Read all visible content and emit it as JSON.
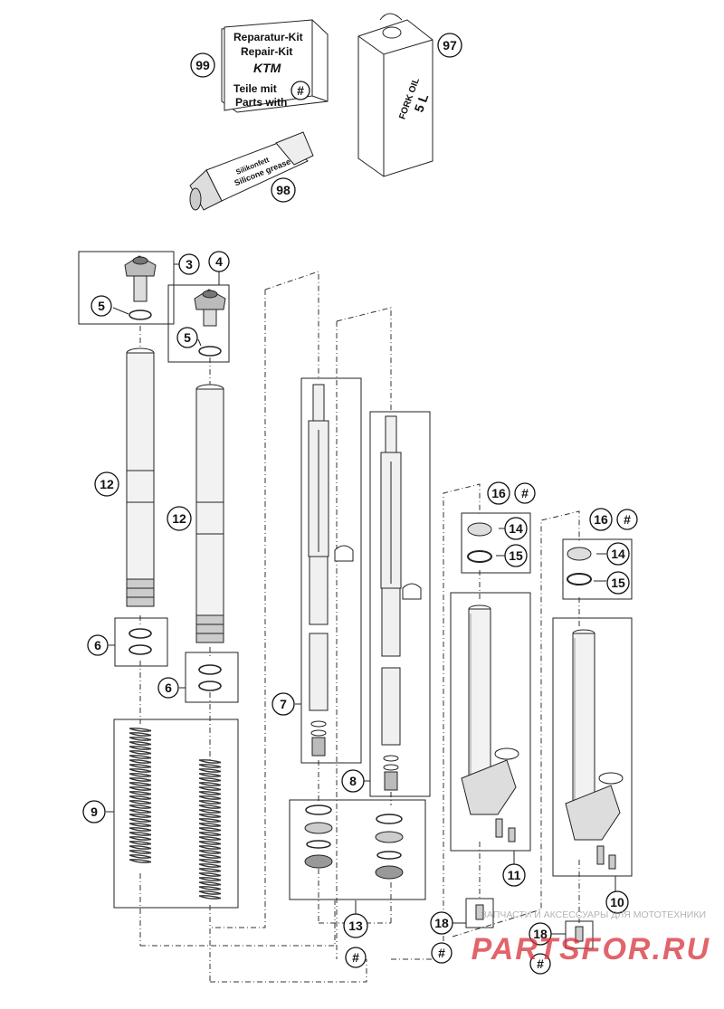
{
  "callouts": {
    "c3": "3",
    "c4": "4",
    "c5a": "5",
    "c5b": "5",
    "c6a": "6",
    "c6b": "6",
    "c7": "7",
    "c8": "8",
    "c9": "9",
    "c10": "10",
    "c11": "11",
    "c12a": "12",
    "c12b": "12",
    "c13": "13",
    "c14a": "14",
    "c14b": "14",
    "c15a": "15",
    "c15b": "15",
    "c16a": "16",
    "c16b": "16",
    "c18a": "18",
    "c18b": "18",
    "c97": "97",
    "c98": "98",
    "c99": "99",
    "hash1": "#",
    "hash2": "#",
    "hash3": "#",
    "hash4": "#",
    "hash5": "#",
    "hash6": "#"
  },
  "repair_kit": {
    "line1": "Reparatur-Kit",
    "line2": "Repair-Kit",
    "brand": "KTM",
    "line3": "Teile mit",
    "line4": "Parts with",
    "hash": "#"
  },
  "oil_can": {
    "line1": "FORK OIL",
    "line2": "5 L"
  },
  "grease_tube": {
    "line1": "Silikonfett",
    "line2": "Silicone grease"
  },
  "watermark": {
    "tagline": "ЗАПЧАСТИ И АКСЕССУАРЫ ДЛЯ МОТОТЕХНИКИ",
    "logo": "PARTSFOR.RU",
    "color": "#d9313a"
  }
}
